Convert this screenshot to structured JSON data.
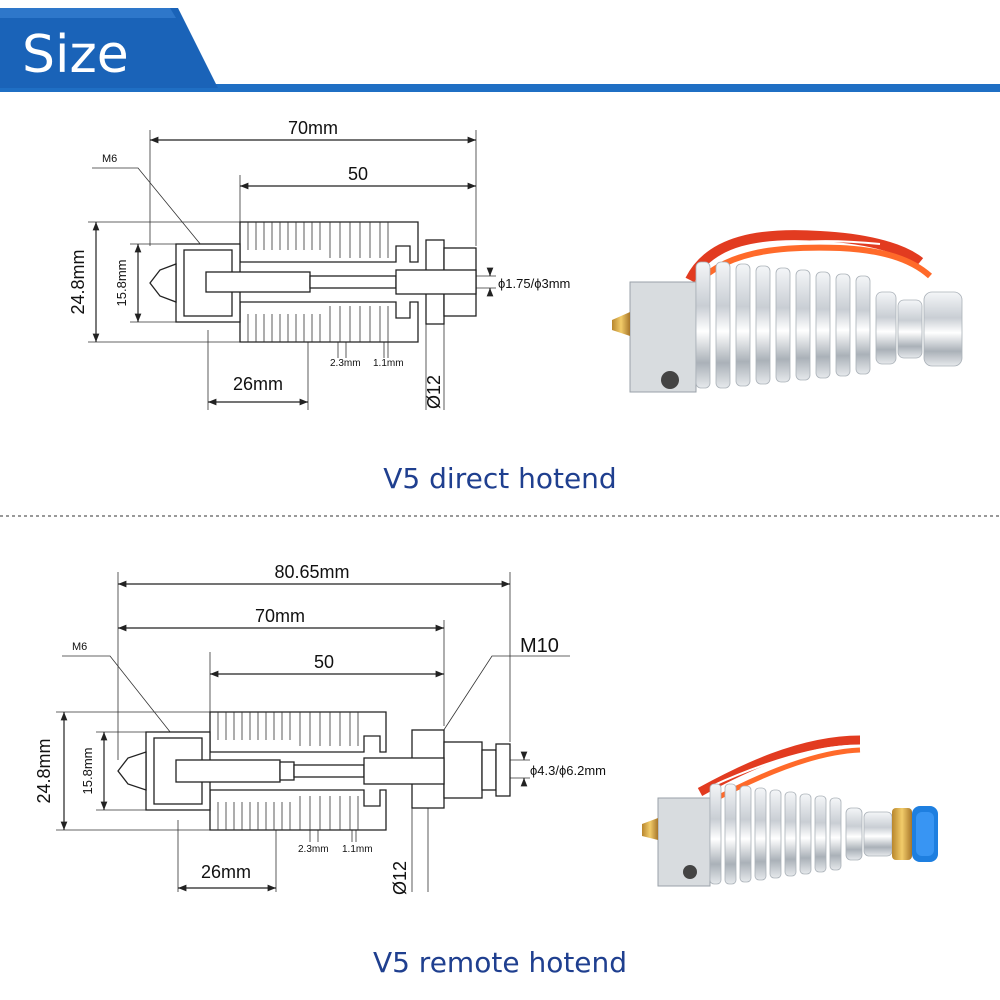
{
  "header": {
    "title": "Size",
    "accent_color": "#1f6fc4",
    "accent_dark": "#0e4f9e"
  },
  "direct": {
    "caption": "V5 direct hotend",
    "dims": {
      "total": "70mm",
      "sink": "50",
      "thread": "M6",
      "height": "24.8mm",
      "inner_height": "15.8mm",
      "filament": "ϕ1.75/ϕ3mm",
      "fin_gap": "2.3mm",
      "fin_thick": "1.1mm",
      "block": "26mm",
      "diameter": "Ø12"
    }
  },
  "remote": {
    "caption": "V5 remote hotend",
    "dims": {
      "overall": "80.65mm",
      "total": "70mm",
      "sink": "50",
      "thread": "M6",
      "fitting": "M10",
      "height": "24.8mm",
      "inner_height": "15.8mm",
      "tube": "ϕ4.3/ϕ6.2mm",
      "fin_gap": "2.3mm",
      "fin_thick": "1.1mm",
      "block": "26mm",
      "diameter": "Ø12"
    }
  }
}
